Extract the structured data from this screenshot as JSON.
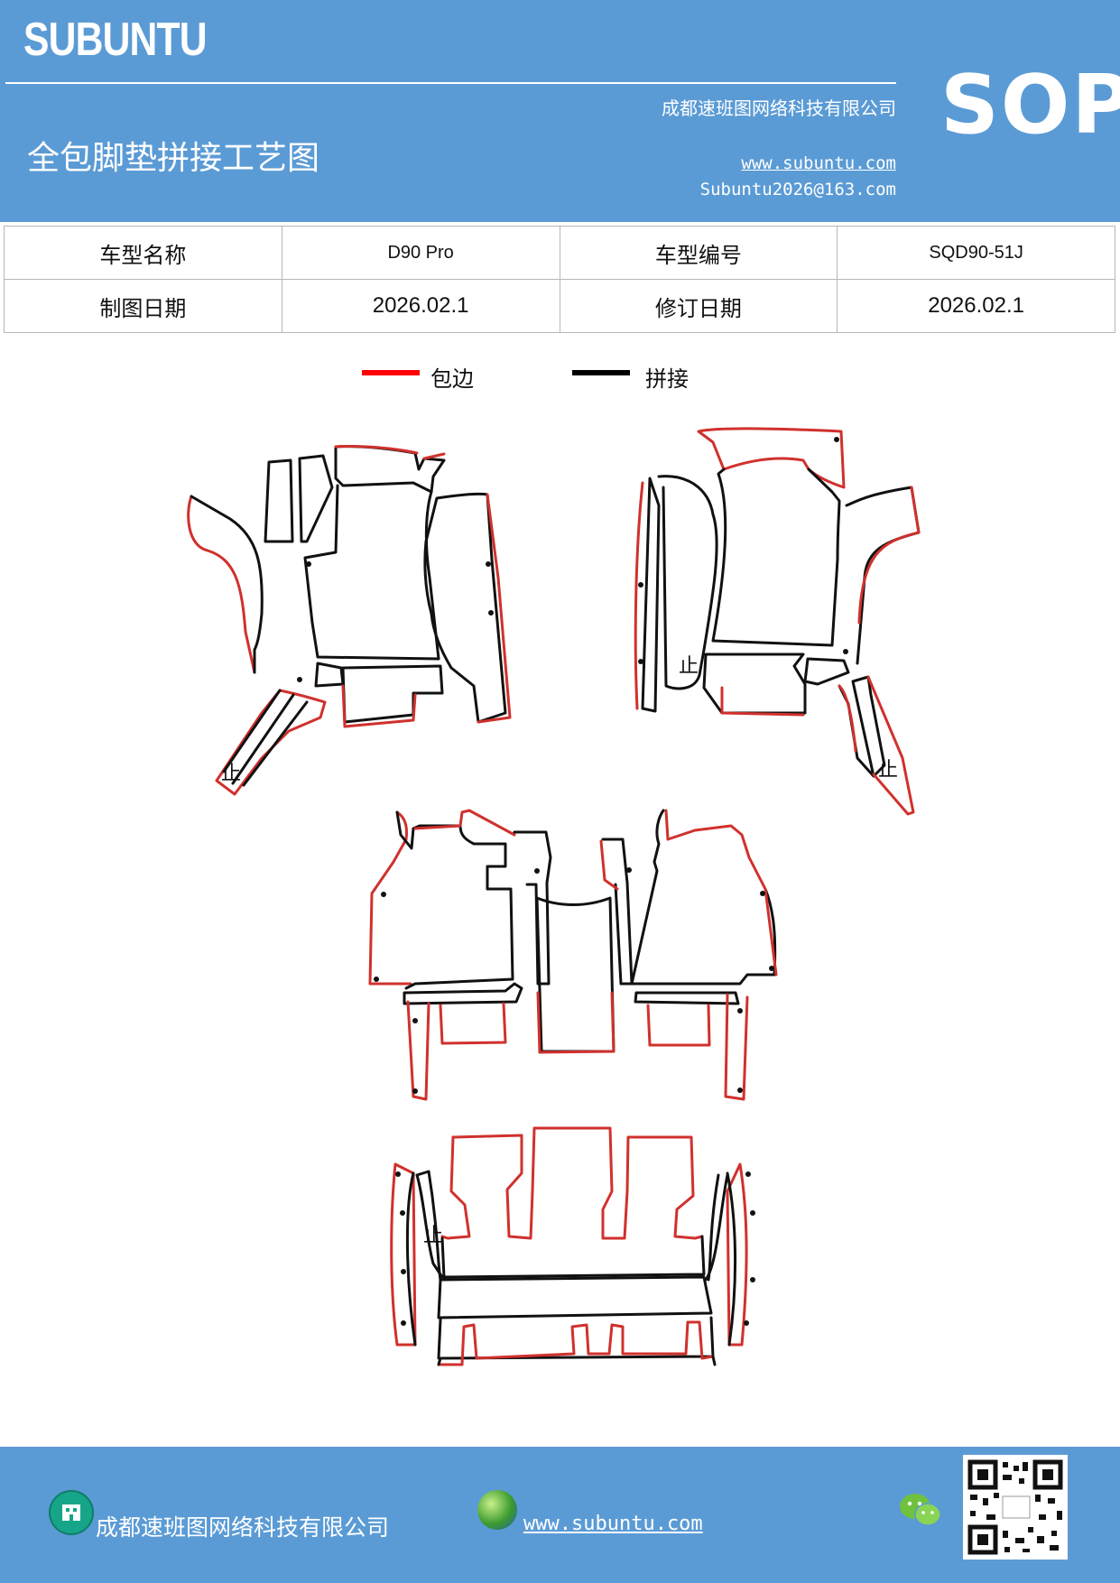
{
  "header": {
    "brand": "SUBUNTU",
    "title": "全包脚垫拼接工艺图",
    "company": "成都速班图网络科技有限公司",
    "website": "www.subuntu.com",
    "email": "Subuntu2026@163.com",
    "badge": "SOP"
  },
  "info_table": {
    "model_name_label": "车型名称",
    "model_name_value": "D90 Pro",
    "model_code_label": "车型编号",
    "model_code_value": "SQD90-51J",
    "draw_date_label": "制图日期",
    "draw_date_value": "2026.02.1",
    "revise_date_label": "修订日期",
    "revise_date_value": "2026.02.1"
  },
  "legend": {
    "edge_label": "包边",
    "edge_color": "#ff0000",
    "seam_label": "拼接",
    "seam_color": "#000000"
  },
  "diagram": {
    "stop_mark": "止",
    "line_colors": {
      "edge": "#d0312d",
      "seam": "#111111"
    }
  },
  "footer": {
    "company": "成都速班图网络科技有限公司",
    "website": "www.subuntu.com ",
    "company_icon": "building-icon",
    "web_icon": "globe-icon",
    "wechat_icon": "wechat-icon",
    "qr_icon": "qr-code-icon"
  },
  "colors": {
    "brand_blue": "#5b9bd5"
  }
}
